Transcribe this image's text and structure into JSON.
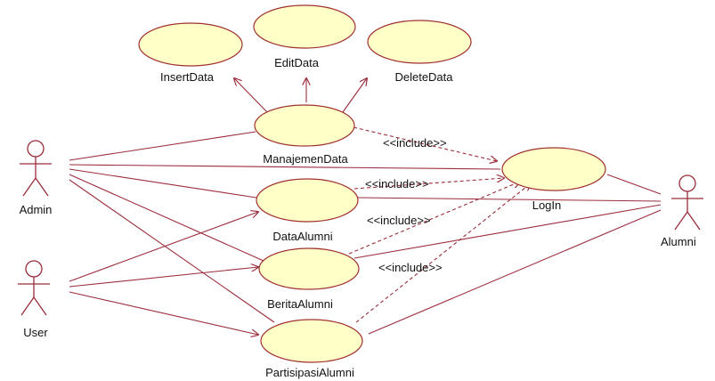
{
  "colors": {
    "usecase_fill": "#ffffc8",
    "usecase_stroke": "#a03030",
    "line": "#9b2d3c",
    "text": "#111111",
    "background": "#ffffff"
  },
  "actors": [
    {
      "id": "admin",
      "name": "Admin"
    },
    {
      "id": "user",
      "name": "User"
    },
    {
      "id": "alumni",
      "name": "Alumni"
    }
  ],
  "use_cases": [
    {
      "id": "insert",
      "name": "InsertData"
    },
    {
      "id": "edit",
      "name": "EditData"
    },
    {
      "id": "delete",
      "name": "DeleteData"
    },
    {
      "id": "manajemen",
      "name": "ManajemenData"
    },
    {
      "id": "login",
      "name": "LogIn"
    },
    {
      "id": "dataalumni",
      "name": "DataAlumni"
    },
    {
      "id": "berita",
      "name": "BeritaAlumni"
    },
    {
      "id": "partisipasi",
      "name": "PartisipasiAlumni"
    }
  ],
  "relations": {
    "include_label": "<<include>>"
  }
}
